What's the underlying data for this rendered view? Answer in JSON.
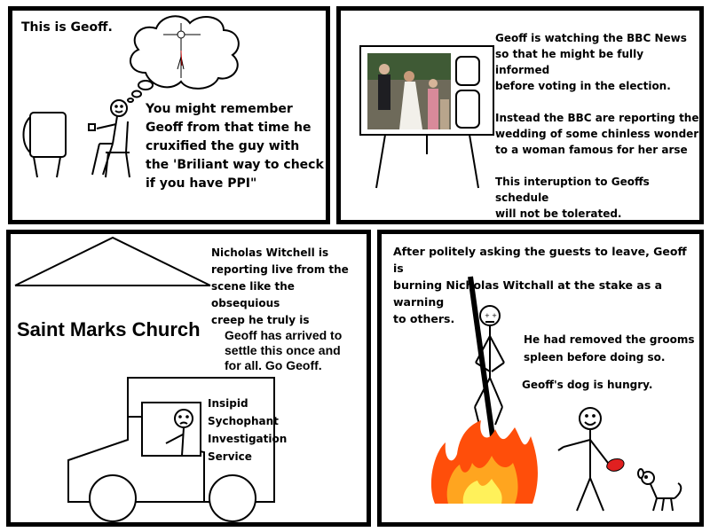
{
  "panels": {
    "p1": {
      "caption": "This is Geoff.",
      "speech": "You might remember\nGeoff from that time he\ncruxified the guy with\nthe 'Briliant way to check\nif you have PPI\""
    },
    "p2": {
      "text": "Geoff is watching the BBC News\nso that he might be fully informed\nbefore voting in the election.\n\nInstead the BBC are reporting the\nwedding of some chinless wonder\nto a woman famous for her arse\n\nThis interuption to Geoffs schedule\nwill not be tolerated."
    },
    "p3": {
      "narration": "Nicholas Witchell is\nreporting live from the\nscene like the obsequious\ncreep he truly is",
      "church_sign": "Saint Marks Church",
      "arrival": "Geoff has arrived to\nsettle this once and\nfor all. Go Geoff.",
      "van_text": "Insipid\nSychophant\nInvestigation\nService"
    },
    "p4": {
      "narration": "After politely asking the guests to leave, Geoff is\nburning Nicholas Witchall at the stake as a warning\nto others.",
      "spleen": "He had removed the grooms\nspleen before doing so.",
      "dog": "Geoff's dog is hungry."
    }
  },
  "colors": {
    "fire_outer": "#ff4e0a",
    "fire_mid": "#ffa51f",
    "fire_inner": "#fff15a",
    "spleen": "#e02020",
    "stake": "#000000"
  }
}
